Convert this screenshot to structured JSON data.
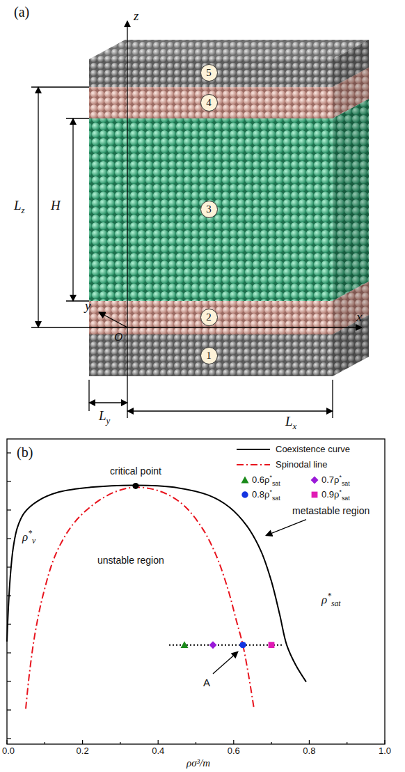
{
  "diagram": {
    "nodes": [
      {
        "text": [
          "5"
        ]
      },
      {
        "text": [
          "4"
        ]
      },
      {
        "text": [
          "3"
        ]
      },
      {
        "text": [
          "2"
        ]
      },
      {
        "text": [
          "1"
        ]
      }
    ],
    "labels": [
      "(a)",
      "z",
      "y",
      "x",
      "O",
      "Lz",
      "H",
      "Lx",
      "Ly",
      "(b)",
      "critical point",
      "ρ*v",
      "unstable region",
      "metastable region",
      "ρ*sat",
      "A",
      "0.0",
      "0.2",
      "0.4",
      "0.6",
      "0.8",
      "1.0",
      "ρσ³/m"
    ],
    "legend": [
      {
        "text": "Coexistence curve"
      },
      {
        "text": "Spinodal line"
      },
      {
        "text": "0.6ρ*sat"
      },
      {
        "text": "0.7ρ*sat"
      },
      {
        "text": "0.8ρ*sat"
      },
      {
        "text": "0.9ρ*sat"
      }
    ]
  }
}
